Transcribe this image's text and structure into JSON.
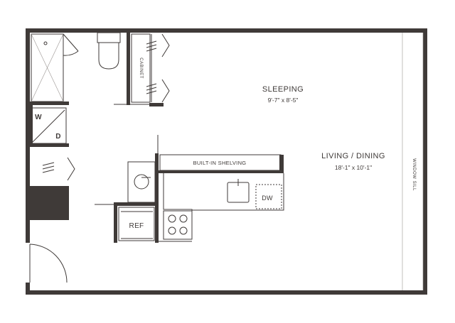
{
  "rooms": {
    "sleeping": {
      "name": "SLEEPING",
      "size": "9'-7\" x 8'-5\""
    },
    "living": {
      "name": "LIVING / DINING",
      "size": "18'-1\" x 10'-1\""
    }
  },
  "fixtures": {
    "cabinet": "CABINET",
    "washer": "W",
    "dryer": "D",
    "built_in_shelving": "BUILT-IN SHELVING",
    "dishwasher": "DW",
    "refrigerator": "REF",
    "window_sill": "WINDOW SILL"
  },
  "colors": {
    "wall": "#3f3a38",
    "background": "#ffffff"
  }
}
